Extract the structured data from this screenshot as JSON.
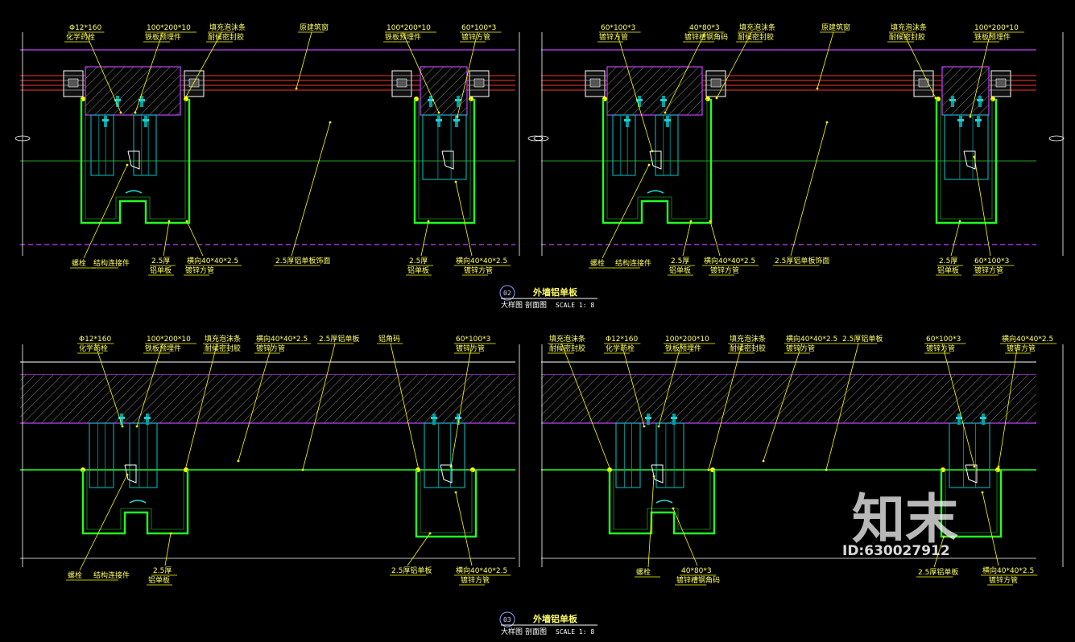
{
  "colors": {
    "background": "#000000",
    "label": "#ffff66",
    "leader": "#ffff00",
    "aluminum": "#22ff22",
    "steel": "#00c8c8",
    "boundary": "#c040ff",
    "concrete_hatch": "#8a8a8a",
    "window_frame": "#ff3030"
  },
  "panels": [
    {
      "labels": [
        {
          "text": "Φ12*160"
        },
        {
          "text": "化学药栓"
        },
        {
          "text": "100*200*10"
        },
        {
          "text": "铁板预埋件"
        },
        {
          "text": "填充泡沫条"
        },
        {
          "text": "耐候密封胶"
        },
        {
          "text": "原建筑窗"
        },
        {
          "text": "100*200*10"
        },
        {
          "text": "铁板预埋件"
        },
        {
          "text": "60*100*3"
        },
        {
          "text": "镀锌方管"
        },
        {
          "text": "螺栓"
        },
        {
          "text": "结构连接件"
        },
        {
          "text": "2.5厚"
        },
        {
          "text": "铝单板"
        },
        {
          "text": "横向40*40*2.5"
        },
        {
          "text": "镀锌方管"
        },
        {
          "text": "2.5厚铝单板饰面"
        },
        {
          "text": "2.5厚"
        },
        {
          "text": "铝单板"
        },
        {
          "text": "横向40*40*2.5"
        },
        {
          "text": "镀锌方管"
        }
      ]
    },
    {
      "labels": [
        {
          "text": "60*100*3"
        },
        {
          "text": "镀锌方管"
        },
        {
          "text": "40*80*3"
        },
        {
          "text": "镀锌槽钢角码"
        },
        {
          "text": "填充泡沫条"
        },
        {
          "text": "耐候密封胶"
        },
        {
          "text": "原建筑窗"
        },
        {
          "text": "填充泡沫条"
        },
        {
          "text": "耐候密封胶"
        },
        {
          "text": "100*200*10"
        },
        {
          "text": "铁板预埋件"
        },
        {
          "text": "螺栓"
        },
        {
          "text": "结构连接件"
        },
        {
          "text": "2.5厚"
        },
        {
          "text": "铝单板"
        },
        {
          "text": "横向40*40*2.5"
        },
        {
          "text": "镀锌方管"
        },
        {
          "text": "2.5厚铝单板饰面"
        },
        {
          "text": "2.5厚"
        },
        {
          "text": "铝单板"
        },
        {
          "text": "60*100*3"
        },
        {
          "text": "镀锌方管"
        }
      ]
    },
    {
      "labels": [
        {
          "text": "Φ12*160"
        },
        {
          "text": "化学药栓"
        },
        {
          "text": "100*200*10"
        },
        {
          "text": "铁板预埋件"
        },
        {
          "text": "填充泡沫条"
        },
        {
          "text": "耐候密封胶"
        },
        {
          "text": "横向40*40*2.5"
        },
        {
          "text": "镀锌方管"
        },
        {
          "text": "2.5厚铝单板"
        },
        {
          "text": "铝角码"
        },
        {
          "text": "60*100*3"
        },
        {
          "text": "镀锌方管"
        },
        {
          "text": "螺栓"
        },
        {
          "text": "结构连接件"
        },
        {
          "text": "2.5厚"
        },
        {
          "text": "铝单板"
        },
        {
          "text": "2.5厚铝单板"
        },
        {
          "text": "横向40*40*2.5"
        },
        {
          "text": "镀锌方管"
        }
      ]
    },
    {
      "labels": [
        {
          "text": "填充泡沫条"
        },
        {
          "text": "耐候密封胶"
        },
        {
          "text": "Φ12*160"
        },
        {
          "text": "化学药栓"
        },
        {
          "text": "100*200*10"
        },
        {
          "text": "铁板预埋件"
        },
        {
          "text": "填充泡沫条"
        },
        {
          "text": "耐候密封胶"
        },
        {
          "text": "横向40*40*2.5"
        },
        {
          "text": "镀锌方管"
        },
        {
          "text": "2.5厚铝单板"
        },
        {
          "text": "60*100*3"
        },
        {
          "text": "镀锌方管"
        },
        {
          "text": "横向40*40*2.5"
        },
        {
          "text": "镀锌方管"
        },
        {
          "text": "螺栓"
        },
        {
          "text": "40*80*3"
        },
        {
          "text": "镀锌槽钢角码"
        },
        {
          "text": "2.5厚铝单板"
        },
        {
          "text": "横向40*40*2.5"
        },
        {
          "text": "镀锌方管"
        }
      ]
    }
  ],
  "titles": [
    {
      "number": "02",
      "name": "外墙铝单板",
      "sub_a": "大样图",
      "sub_b": "剖面图",
      "scale": "SCALE 1:  8"
    },
    {
      "number": "03",
      "name": "外墙铝单板",
      "sub_a": "大样图",
      "sub_b": "剖面图",
      "scale": "SCALE 1:  8"
    }
  ],
  "watermark": {
    "brand": "知末",
    "id": "ID:630027912"
  }
}
